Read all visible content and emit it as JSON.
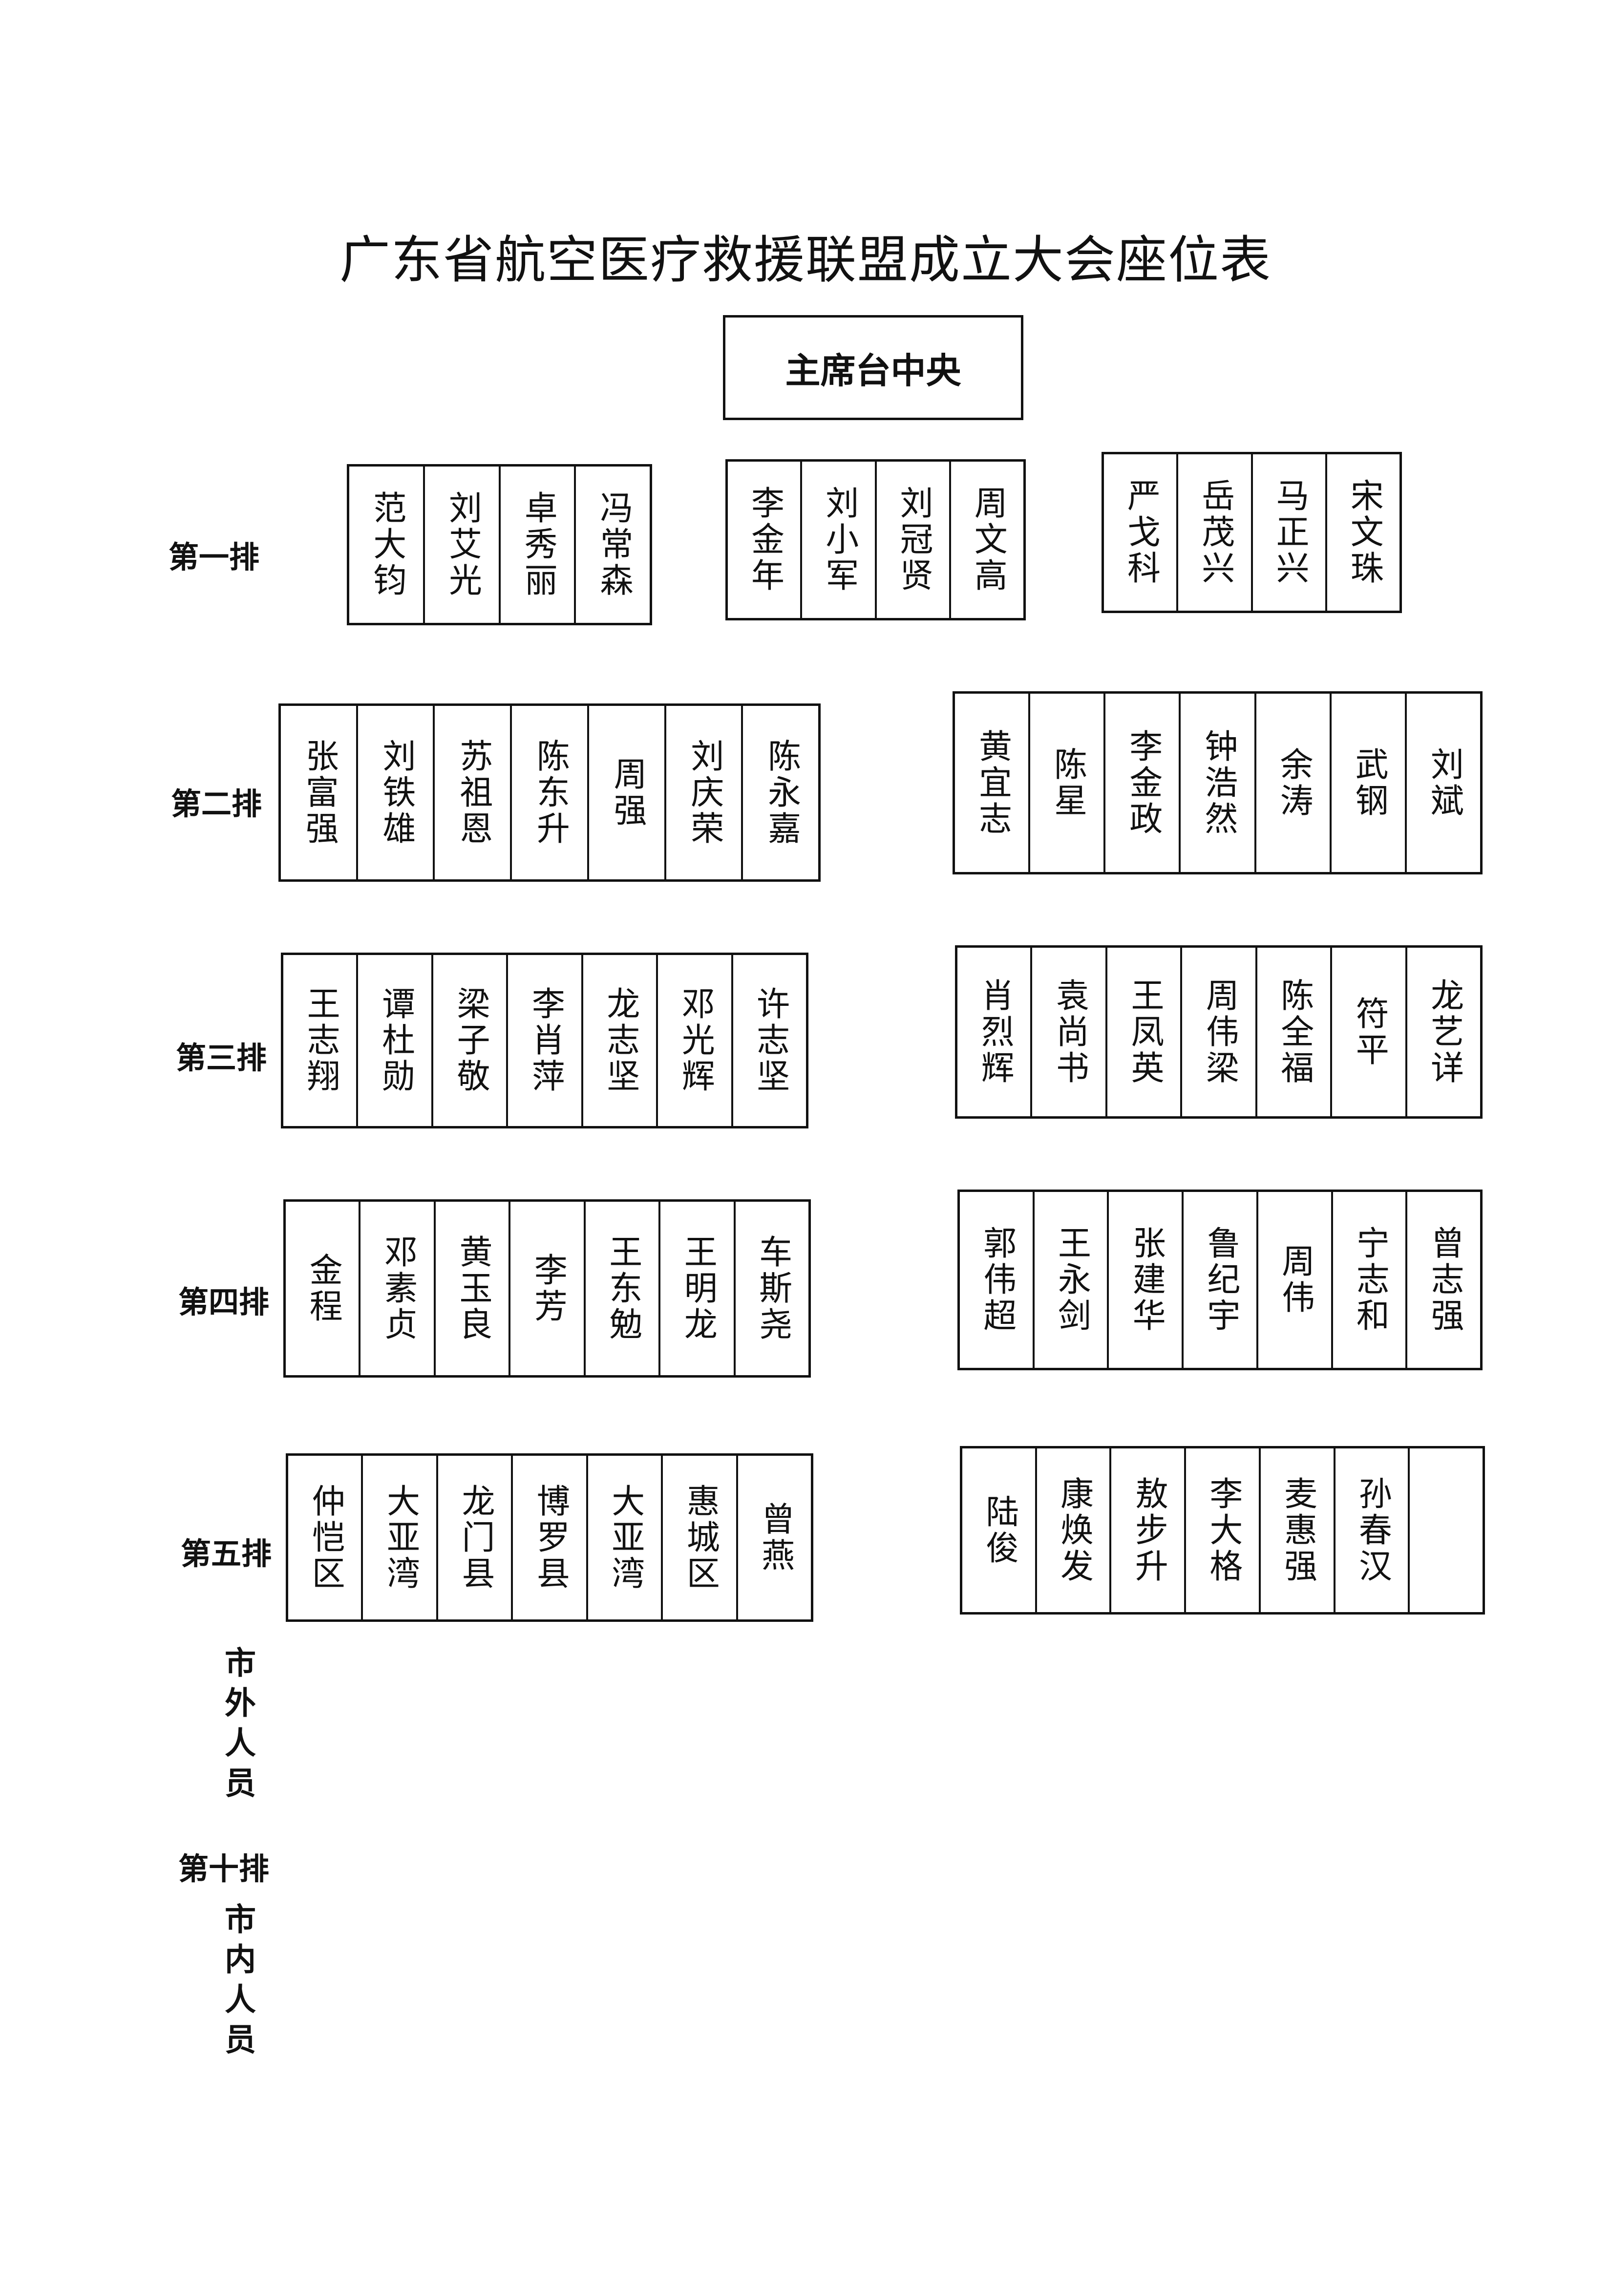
{
  "title": "广东省航空医疗救援联盟成立大会座位表",
  "podium": "主席台中央",
  "rows": [
    {
      "label": "第一排",
      "groups": [
        {
          "seats": [
            "范大钧",
            "刘艾光",
            "卓秀丽",
            "冯常森"
          ]
        },
        {
          "seats": [
            "李金年",
            "刘小军",
            "刘冠贤",
            "周文高"
          ]
        },
        {
          "seats": [
            "严戈科",
            "岳茂兴",
            "马正兴",
            "宋文珠"
          ]
        }
      ]
    },
    {
      "label": "第二排",
      "groups": [
        {
          "seats": [
            "张富强",
            "刘铁雄",
            "苏祖恩",
            "陈东升",
            "周强",
            "刘庆荣",
            "陈永嘉"
          ]
        },
        {
          "seats": [
            "黄宜志",
            "陈星",
            "李金政",
            "钟浩然",
            "余涛",
            "武钢",
            "刘斌"
          ]
        }
      ]
    },
    {
      "label": "第三排",
      "groups": [
        {
          "seats": [
            "王志翔",
            "谭杜勋",
            "梁子敬",
            "李肖萍",
            "龙志坚",
            "邓光辉",
            "许志坚"
          ]
        },
        {
          "seats": [
            "肖烈辉",
            "袁尚书",
            "王凤英",
            "周伟梁",
            "陈全福",
            "符平",
            "龙艺详"
          ]
        }
      ]
    },
    {
      "label": "第四排",
      "groups": [
        {
          "seats": [
            "金程",
            "邓素贞",
            "黄玉良",
            "李芳",
            "王东勉",
            "王明龙",
            "车斯尧"
          ]
        },
        {
          "seats": [
            "郭伟超",
            "王永剑",
            "张建华",
            "鲁纪宇",
            "周伟",
            "宁志和",
            "曾志强"
          ]
        }
      ]
    },
    {
      "label": "第五排",
      "groups": [
        {
          "seats": [
            "仲恺区",
            "大亚湾",
            "龙门县",
            "博罗县",
            "大亚湾",
            "惠城区",
            "曾燕"
          ]
        },
        {
          "seats": [
            "陆俊",
            "康焕发",
            "敖步升",
            "李大格",
            "麦惠强",
            "孙春汉",
            ""
          ]
        }
      ]
    }
  ],
  "outside_label": "市外人员",
  "tenth_row_label": "第十排",
  "inside_label": "市内人员"
}
